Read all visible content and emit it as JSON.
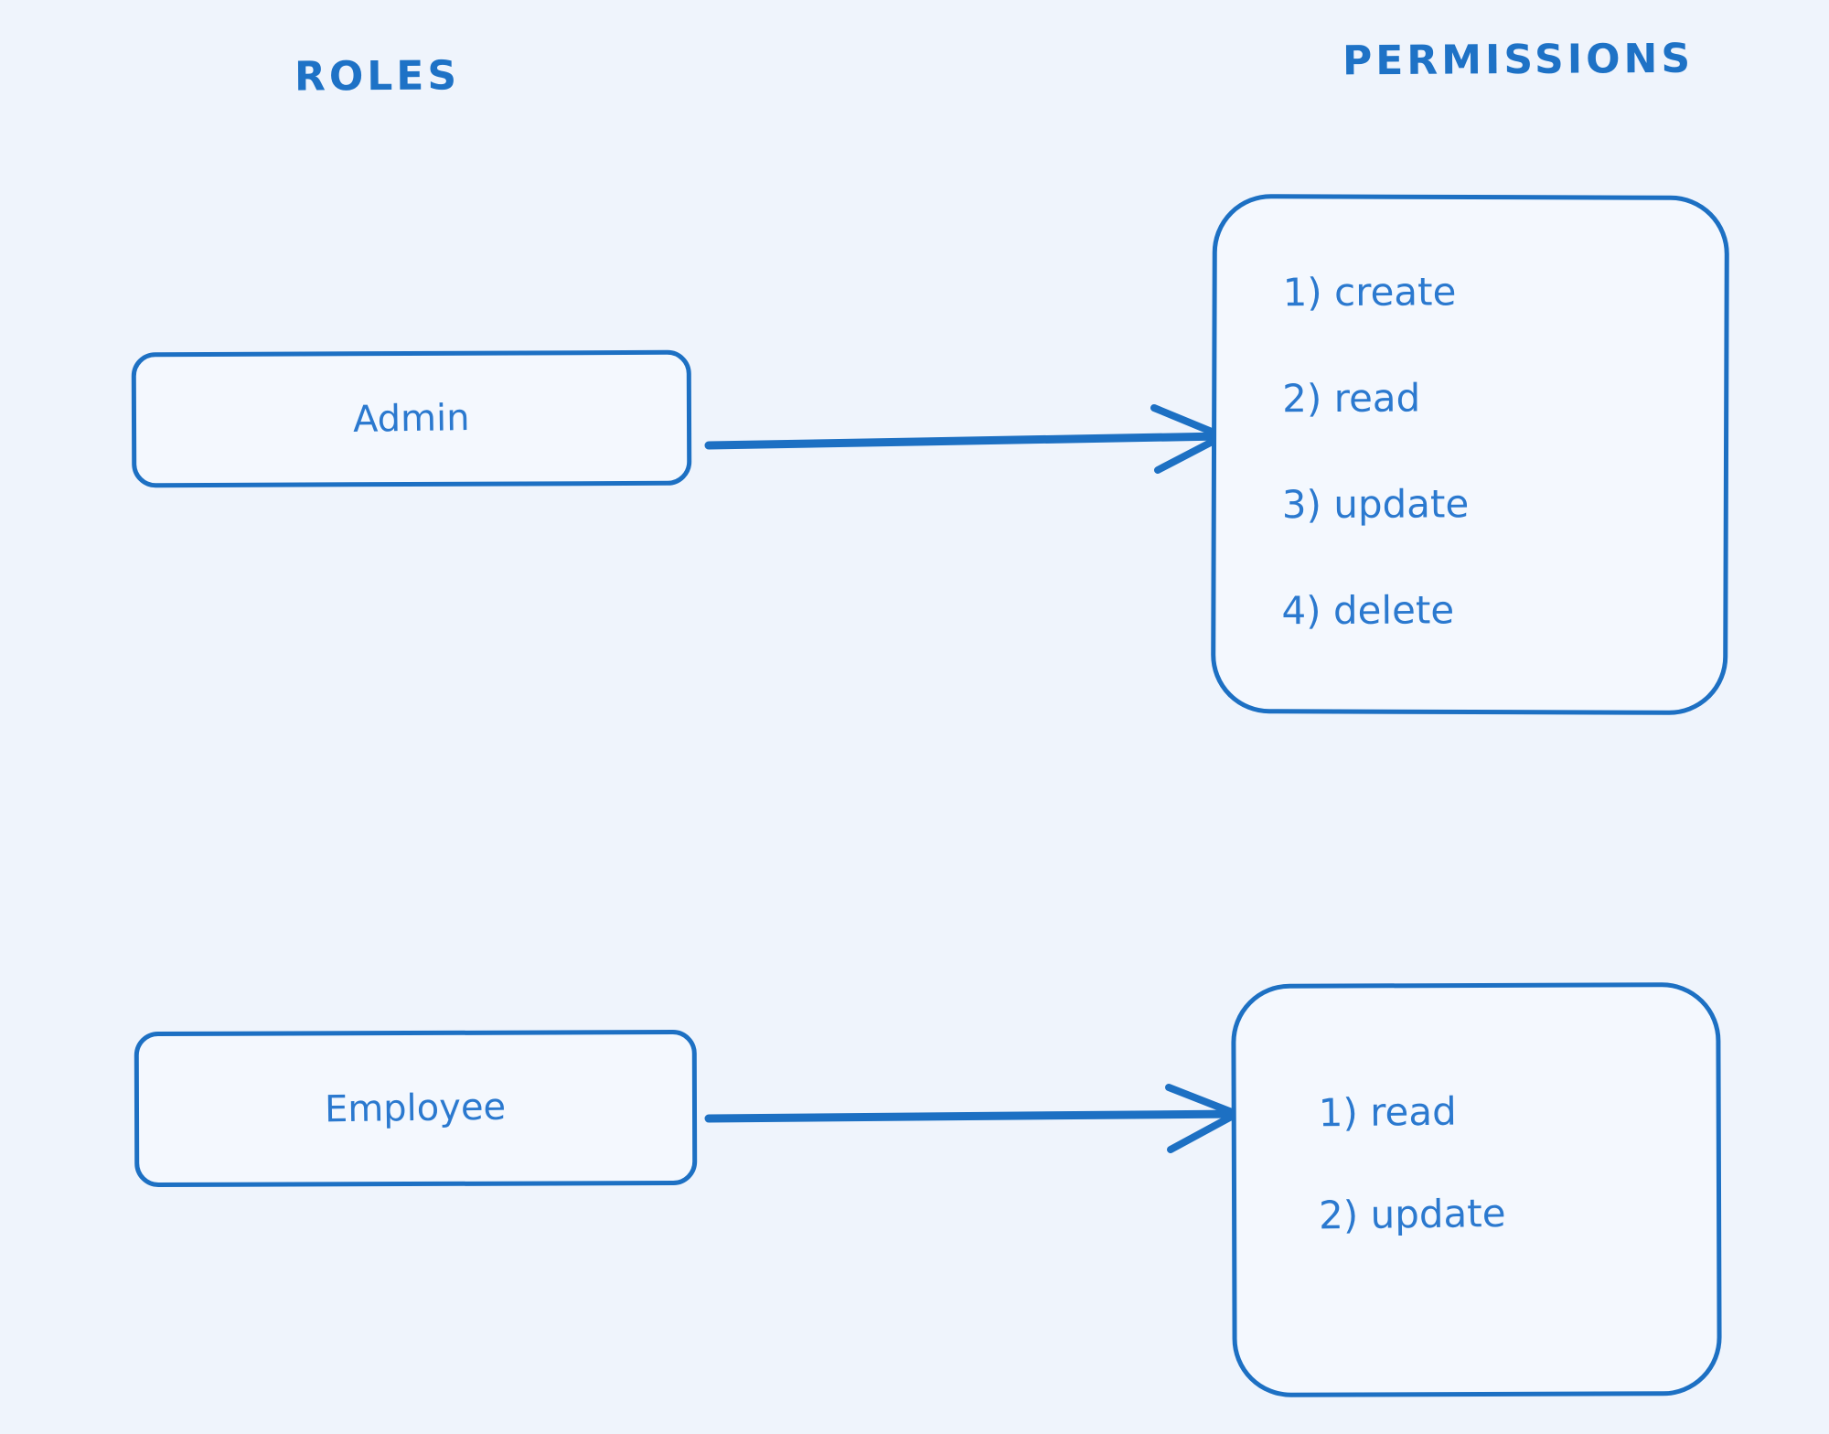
{
  "diagram": {
    "background": "#eff4fc",
    "stroke_color": "#1d70c3",
    "text_color": "#2b79cf",
    "columns": {
      "roles_header": "ROLES",
      "permissions_header": "PERMISSIONS"
    },
    "roles": [
      {
        "name": "Admin",
        "permissions": [
          "1) create",
          "2) read",
          "3) update",
          "4) delete"
        ]
      },
      {
        "name": "Employee",
        "permissions": [
          "1) read",
          "2) update"
        ]
      }
    ]
  }
}
